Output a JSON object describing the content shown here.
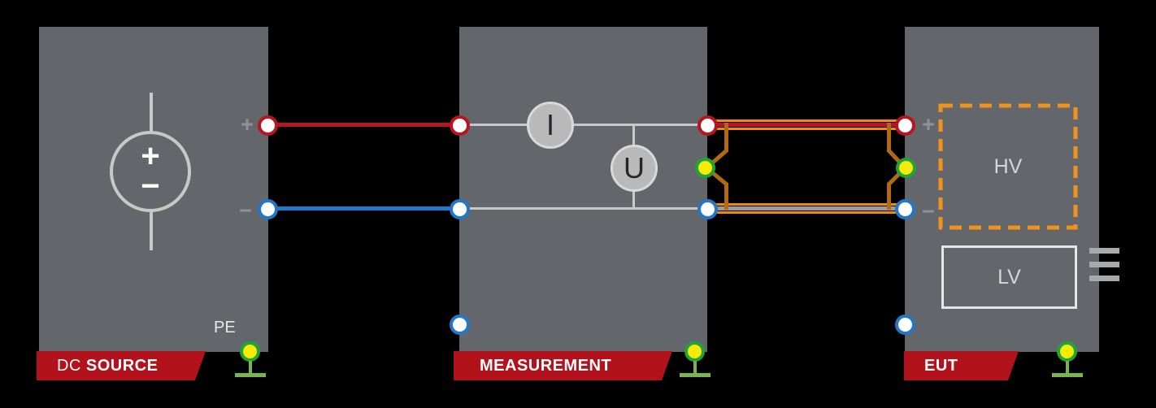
{
  "palette": {
    "background": "#000000",
    "block_gray": "#63666b",
    "banner_red": "#b1121b",
    "wire_red": "#b81520",
    "wire_blue": "#2277c8",
    "wire_gray": "#c8c8c8",
    "shield_orange": "#ee8d05",
    "shield_orange_dark": "#b2690f",
    "hv_dash_orange": "#f0921e",
    "cable_conductor_gray": "#9b9ba3",
    "pe_yellow": "#f5eb06",
    "pe_green_ring": "#1fa33c",
    "ground_green": "#7ab44c",
    "terminal_white": "#ffffff",
    "polarity_label_gray": "#8f9296"
  },
  "dc_source": {
    "banner": {
      "regular": "DC",
      "bold": "SOURCE"
    },
    "pe_label": "PE",
    "source_symbol": {
      "plus": "+",
      "minus": "−"
    },
    "terminal_labels": {
      "plus": "+",
      "minus": "−"
    }
  },
  "measurement": {
    "banner": "MEASUREMENT",
    "meters": {
      "current": "I",
      "voltage": "U"
    }
  },
  "eut": {
    "banner": "EUT",
    "hv_label": "HV",
    "lv_label": "LV",
    "terminal_labels": {
      "plus": "+",
      "minus": "−"
    }
  }
}
